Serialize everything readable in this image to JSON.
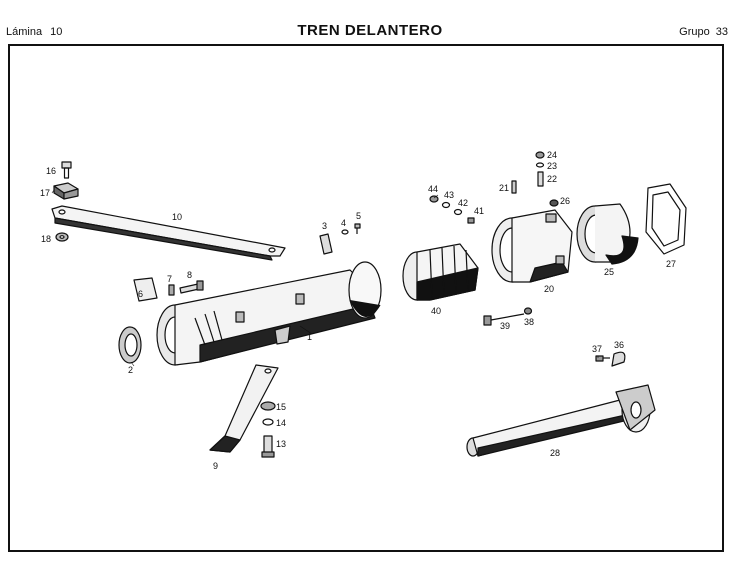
{
  "header": {
    "sheet_label": "Lámina",
    "sheet_number": "10",
    "title": "TREN DELANTERO",
    "group_label": "Grupo",
    "group_number": "33"
  },
  "parts": [
    {
      "id": "part-1",
      "label": "1"
    },
    {
      "id": "part-2",
      "label": "2"
    },
    {
      "id": "part-3",
      "label": "3"
    },
    {
      "id": "part-4",
      "label": "4"
    },
    {
      "id": "part-5",
      "label": "5"
    },
    {
      "id": "part-6",
      "label": "6"
    },
    {
      "id": "part-7",
      "label": "7"
    },
    {
      "id": "part-8",
      "label": "8"
    },
    {
      "id": "part-9",
      "label": "9"
    },
    {
      "id": "part-10",
      "label": "10"
    },
    {
      "id": "part-13",
      "label": "13"
    },
    {
      "id": "part-14",
      "label": "14"
    },
    {
      "id": "part-15",
      "label": "15"
    },
    {
      "id": "part-16",
      "label": "16"
    },
    {
      "id": "part-17",
      "label": "17"
    },
    {
      "id": "part-18",
      "label": "18"
    },
    {
      "id": "part-20",
      "label": "20"
    },
    {
      "id": "part-21",
      "label": "21"
    },
    {
      "id": "part-22",
      "label": "22"
    },
    {
      "id": "part-23",
      "label": "23"
    },
    {
      "id": "part-24",
      "label": "24"
    },
    {
      "id": "part-25",
      "label": "25"
    },
    {
      "id": "part-26",
      "label": "26"
    },
    {
      "id": "part-27",
      "label": "27"
    },
    {
      "id": "part-28",
      "label": "28"
    },
    {
      "id": "part-36",
      "label": "36"
    },
    {
      "id": "part-37",
      "label": "37"
    },
    {
      "id": "part-38",
      "label": "38"
    },
    {
      "id": "part-39",
      "label": "39"
    },
    {
      "id": "part-40",
      "label": "40"
    },
    {
      "id": "part-41",
      "label": "41"
    },
    {
      "id": "part-42",
      "label": "42"
    },
    {
      "id": "part-43",
      "label": "43"
    },
    {
      "id": "part-44",
      "label": "44"
    }
  ],
  "colors": {
    "ink": "#111111",
    "paper": "#ffffff"
  }
}
